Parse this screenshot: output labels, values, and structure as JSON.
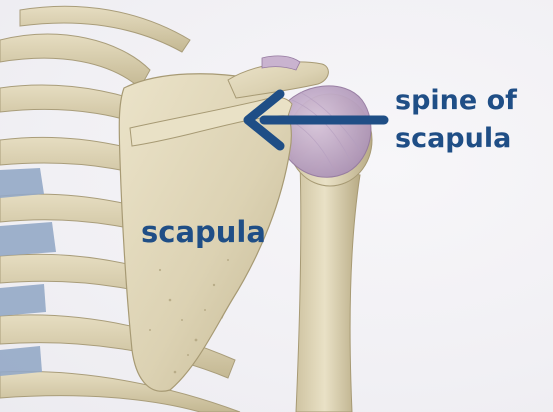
{
  "labels": {
    "scapula": "scapula",
    "spine_line1": "spine of",
    "spine_line2": "scapula"
  },
  "colors": {
    "label": "#1f4e86",
    "arrow": "#1f4e86",
    "bone": "#ddd3b6",
    "bone_shadow": "#b9ad8c",
    "cartilage": "#93a9c6",
    "muscle": "#c7b2cf"
  }
}
